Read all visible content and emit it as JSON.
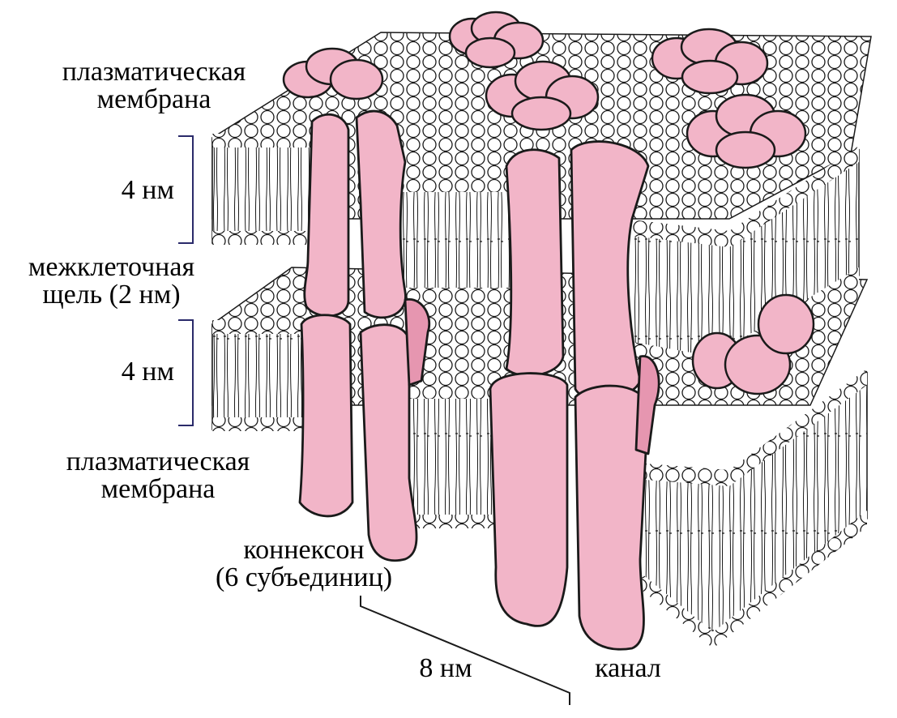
{
  "labels": {
    "membrane_top_line1": "плазматическая",
    "membrane_top_line2": "мембрана",
    "thickness_top": "4 нм",
    "gap_line1": "межклеточная",
    "gap_line2": "щель (2 нм)",
    "thickness_bottom": "4 нм",
    "membrane_bottom_line1": "плазматическая",
    "membrane_bottom_line2": "мембрана",
    "connexon_line1": "коннексон",
    "connexon_line2": "(6 субъединиц)",
    "width_8nm": "8 нм",
    "channel": "канал"
  },
  "colors": {
    "protein": "#f2b5c8",
    "protein_shade": "#e696b0",
    "lipid_head": "#ffffff",
    "outline": "#1a1a1a",
    "bracket": "#2a2a6a"
  }
}
